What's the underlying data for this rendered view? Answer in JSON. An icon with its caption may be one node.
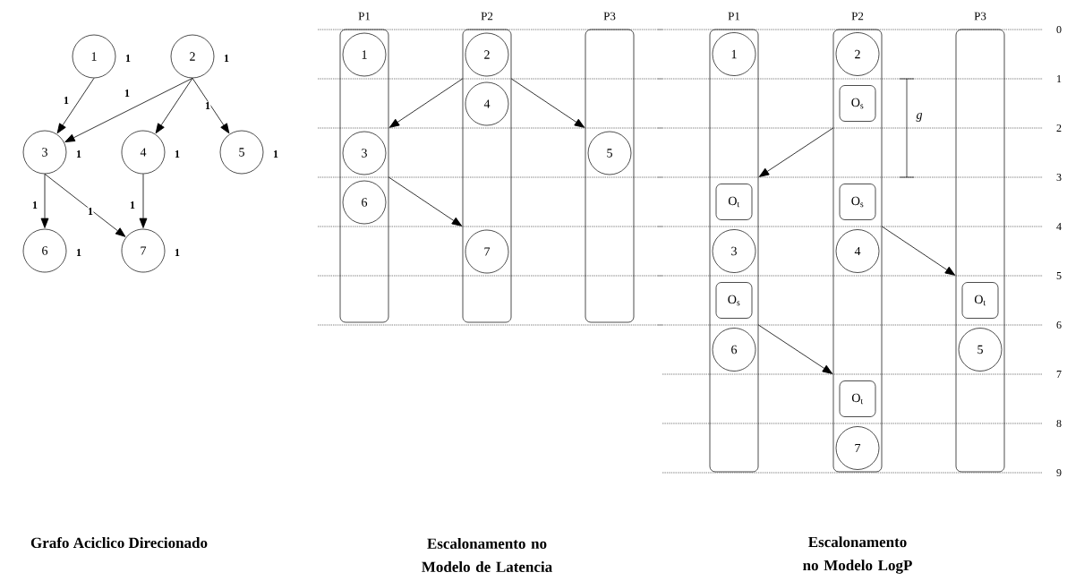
{
  "diagram": {
    "nodes": [
      {
        "text": [
          "1"
        ],
        "beside": [
          "1"
        ]
      },
      {
        "text": [
          "2"
        ],
        "beside": [
          "1"
        ]
      },
      {
        "text": [
          "3"
        ],
        "beside": [
          "1"
        ]
      },
      {
        "text": [
          "4"
        ],
        "beside": [
          "1"
        ]
      },
      {
        "text": [
          "5"
        ],
        "beside": [
          "1"
        ]
      },
      {
        "text": [
          "6"
        ],
        "beside": [
          "1"
        ]
      },
      {
        "text": [
          "7"
        ],
        "beside": [
          "1"
        ]
      },
      {
        "text": [
          "P1"
        ]
      },
      {
        "text": [
          "1"
        ],
        "in": 7
      },
      {
        "text": [
          "3"
        ],
        "in": 7
      },
      {
        "text": [
          "6"
        ],
        "in": 7
      },
      {
        "text": [
          "P2"
        ]
      },
      {
        "text": [
          "2"
        ],
        "in": 11
      },
      {
        "text": [
          "4"
        ],
        "in": 11
      },
      {
        "text": [
          "7"
        ],
        "in": 11
      },
      {
        "text": [
          "P3"
        ]
      },
      {
        "text": [
          "5"
        ],
        "in": 15
      },
      {
        "text": [
          "P1"
        ]
      },
      {
        "text": [
          "1"
        ],
        "in": 17
      },
      {
        "text": [
          "O$_{t}$"
        ],
        "in": 17
      },
      {
        "text": [
          "3"
        ],
        "in": 17
      },
      {
        "text": [
          "O$_{s}$"
        ],
        "in": 17
      },
      {
        "text": [
          "6"
        ],
        "in": 17
      },
      {
        "text": [
          "P2"
        ]
      },
      {
        "text": [
          "2"
        ],
        "in": 23
      },
      {
        "text": [
          "O$_{s}$"
        ],
        "in": 23
      },
      {
        "text": [
          "O$_{s}$"
        ],
        "in": 23
      },
      {
        "text": [
          "4"
        ],
        "in": 23
      },
      {
        "text": [
          "O$_{t}$"
        ],
        "in": 23
      },
      {
        "text": [
          "7"
        ],
        "in": 23
      },
      {
        "text": [
          "P3"
        ]
      },
      {
        "text": [
          "O$_{t}$"
        ],
        "in": 30
      },
      {
        "text": [
          "5"
        ],
        "in": 30
      }
    ],
    "edges": [
      {
        "from": 0,
        "to": 2,
        "arrow": "to",
        "label": "1"
      },
      {
        "from": 1,
        "to": 2,
        "arrow": "to",
        "label": "1"
      },
      {
        "from": 1,
        "to": 3,
        "arrow": "to"
      },
      {
        "from": 1,
        "to": 4,
        "arrow": "to",
        "label": "1"
      },
      {
        "from": 2,
        "to": 5,
        "arrow": "to",
        "label": "1"
      },
      {
        "from": 2,
        "to": 6,
        "arrow": "to",
        "label": "1"
      },
      {
        "from": 3,
        "to": 6,
        "arrow": "to",
        "label": "1"
      },
      {
        "from": 11,
        "to": 7,
        "arrow": "to"
      },
      {
        "from": 11,
        "to": 15,
        "arrow": "to"
      },
      {
        "from": 7,
        "to": 11,
        "arrow": "to"
      },
      {
        "from": 23,
        "to": 17,
        "arrow": "to"
      },
      {
        "from": 23,
        "to": 30,
        "arrow": "to"
      },
      {
        "from": 17,
        "to": 23,
        "arrow": "to"
      }
    ],
    "labels": [
      "0",
      "1",
      "g",
      "2",
      "3",
      "4",
      "5",
      "6",
      "7",
      "8",
      "9",
      "Grafo Aciclico Direcionado",
      "Escalonamento no Modelo de Latencia",
      "Escalonamento no Modelo LogP"
    ]
  }
}
